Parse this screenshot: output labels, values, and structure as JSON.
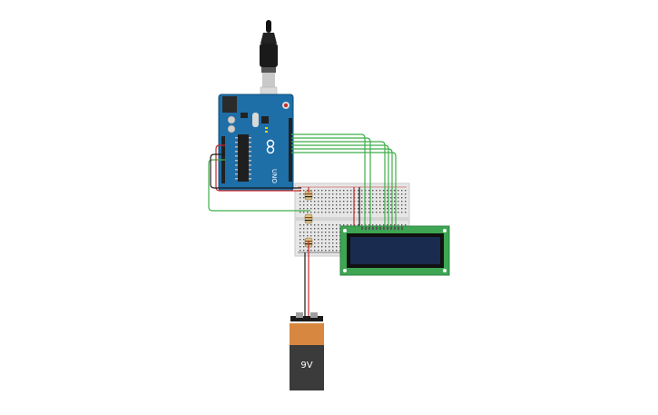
{
  "arduino": {
    "model_label": "UNO",
    "board_color": "#1e6fa8",
    "label_color": "#ffffff"
  },
  "battery": {
    "label": "9V",
    "top_color": "#d7873f",
    "body_color": "#3b3b3b"
  },
  "lcd": {
    "pcb_color": "#3ea653",
    "screen_color": "#1a2b50"
  },
  "breadboard": {
    "color": "#e6e6e6"
  },
  "wires": {
    "signal_color": "#3fae49",
    "power_color": "#c62828",
    "ground_color": "#1a1a1a"
  },
  "icons": {
    "usb_cable": "usb-cable-icon",
    "arduino_logo": "arduino-infinity-logo"
  }
}
